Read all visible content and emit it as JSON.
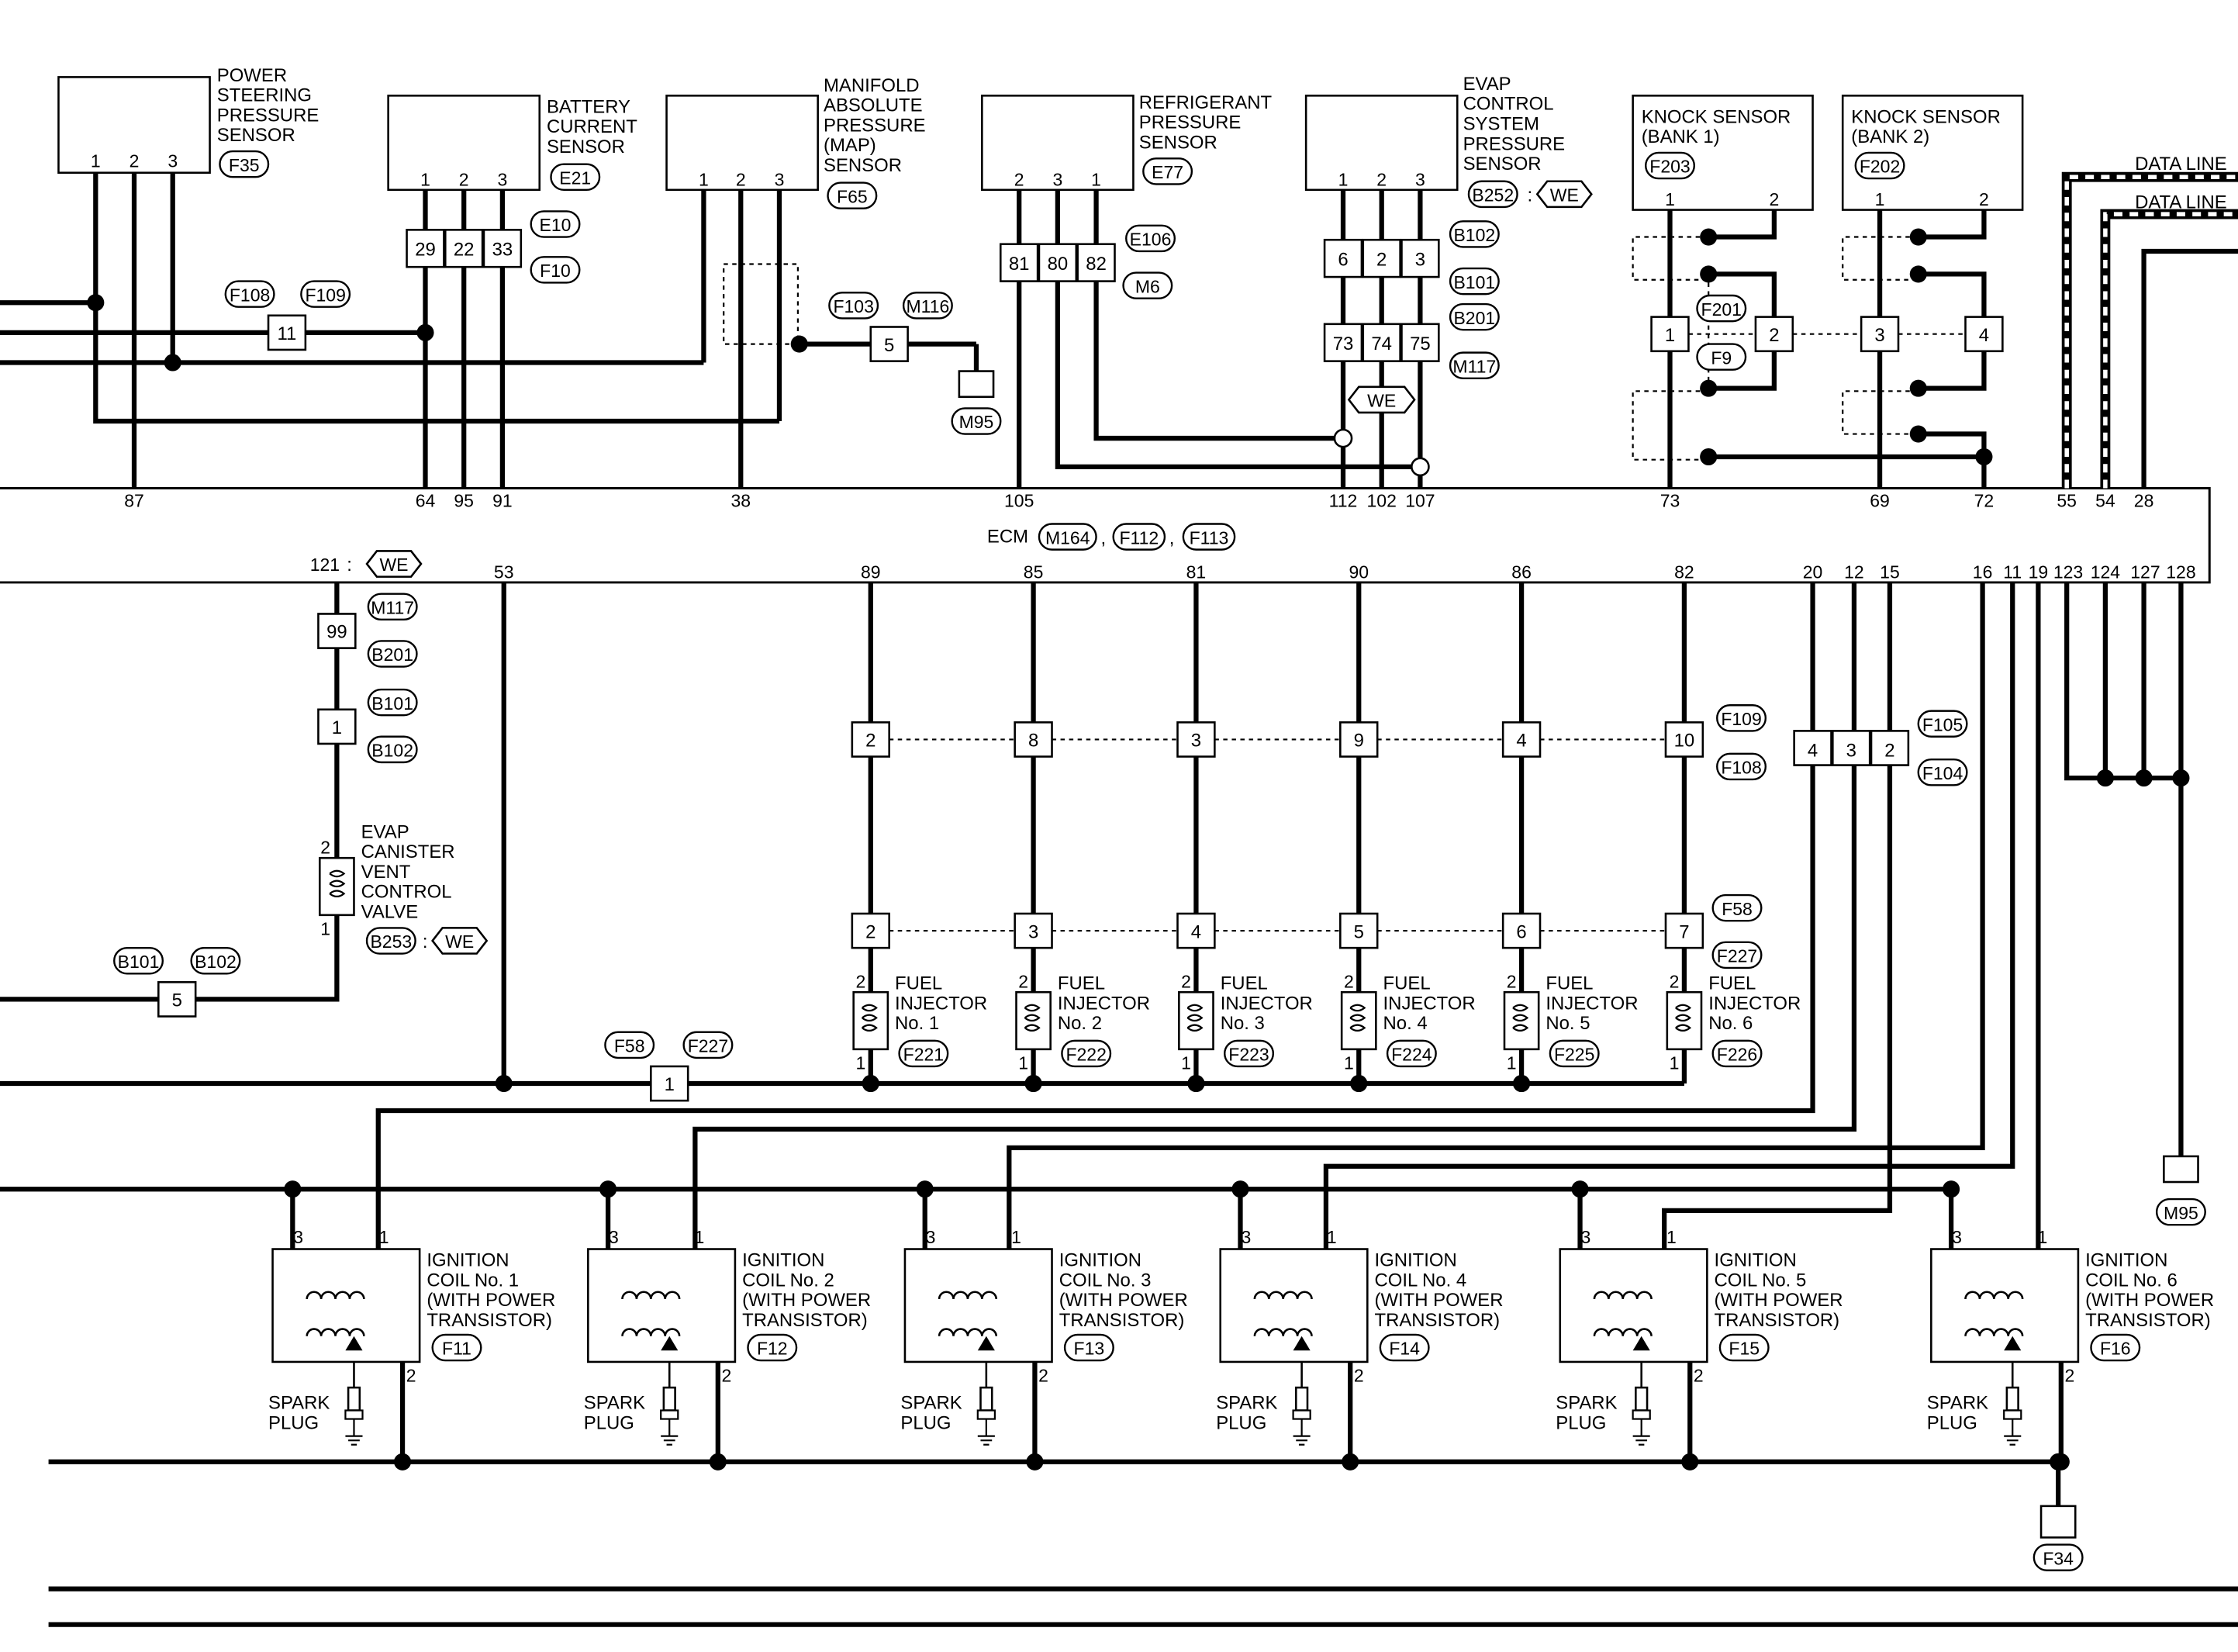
{
  "sensors": {
    "ps": [
      "POWER",
      "STEERING",
      "PRESSURE",
      "SENSOR"
    ],
    "ps_conn": "F35",
    "ps_pins": [
      "1",
      "2",
      "3"
    ],
    "bc": [
      "BATTERY",
      "CURRENT",
      "SENSOR"
    ],
    "bc_conn": "E21",
    "bc_pins": [
      "1",
      "2",
      "3"
    ],
    "map": [
      "MANIFOLD",
      "ABSOLUTE",
      "PRESSURE",
      "(MAP)",
      "SENSOR"
    ],
    "map_conn": "F65",
    "map_pins": [
      "1",
      "2",
      "3"
    ],
    "rp": [
      "REFRIGERANT",
      "PRESSURE",
      "SENSOR"
    ],
    "rp_conn": "E77",
    "rp_pins": [
      "2",
      "3",
      "1"
    ],
    "evap": [
      "EVAP",
      "CONTROL",
      "SYSTEM",
      "PRESSURE",
      "SENSOR"
    ],
    "evap_conn": "B252",
    "evap_pins": [
      "1",
      "2",
      "3"
    ],
    "ks1": [
      "KNOCK SENSOR",
      "(BANK 1)"
    ],
    "ks1_conn": "F203",
    "ks1_pins": [
      "1",
      "2"
    ],
    "ks2": [
      "KNOCK SENSOR",
      "(BANK 2)"
    ],
    "ks2_conn": "F202",
    "ks2_pins": [
      "1",
      "2"
    ],
    "data_line": "DATA LINE",
    "we": "WE"
  },
  "connectors": {
    "E10": "E10",
    "F10": "F10",
    "E10_pins": [
      "29",
      "22",
      "33"
    ],
    "F108": "F108",
    "F109": "F109",
    "F108_pin": "11",
    "F103": "F103",
    "M116": "M116",
    "F103_pin": "5",
    "M95": "M95",
    "E106": "E106",
    "M6": "M6",
    "E106_pins": [
      "81",
      "80",
      "82"
    ],
    "B102": "B102",
    "B101": "B101",
    "B201": "B201",
    "M117": "M117",
    "evap_a": [
      "6",
      "2",
      "3"
    ],
    "evap_b": [
      "73",
      "74",
      "75"
    ],
    "F201": "F201",
    "F9": "F9",
    "ks_pins": [
      "1",
      "2",
      "3",
      "4"
    ]
  },
  "ecm": {
    "label": "ECM",
    "conns": [
      "M164",
      "F112",
      "F113"
    ],
    "top_pins": [
      "87",
      "64",
      "95",
      "91",
      "38",
      "105",
      "112",
      "102",
      "107",
      "73",
      "69",
      "72",
      "55",
      "54",
      "28"
    ],
    "bottom_pins": [
      "53",
      "89",
      "85",
      "81",
      "90",
      "86",
      "82",
      "20",
      "12",
      "15",
      "16",
      "11",
      "19",
      "123",
      "124",
      "127",
      "128"
    ],
    "pin121": "121"
  },
  "evap_vent": {
    "label": [
      "EVAP",
      "CANISTER",
      "VENT",
      "CONTROL",
      "VALVE"
    ],
    "conn": "B253",
    "pin99": "99",
    "pin1": "1",
    "p2": "2",
    "p1": "1",
    "cM117": "M117",
    "cB201": "B201",
    "cB101": "B101",
    "cB102": "B102",
    "b101": "B101",
    "b102": "B102",
    "jpin": "5"
  },
  "injectors": {
    "f109_pins": [
      "2",
      "8",
      "3",
      "9",
      "4",
      "10"
    ],
    "f58_pins": [
      "2",
      "3",
      "4",
      "5",
      "6",
      "7"
    ],
    "F109": "F109",
    "F108": "F108",
    "F58": "F58",
    "F227": "F227",
    "jF58": "F58",
    "jF227": "F227",
    "jpin": "1",
    "labels": [
      [
        "FUEL",
        "INJECTOR",
        "No. 1"
      ],
      [
        "FUEL",
        "INJECTOR",
        "No. 2"
      ],
      [
        "FUEL",
        "INJECTOR",
        "No. 3"
      ],
      [
        "FUEL",
        "INJECTOR",
        "No. 4"
      ],
      [
        "FUEL",
        "INJECTOR",
        "No. 5"
      ],
      [
        "FUEL",
        "INJECTOR",
        "No. 6"
      ]
    ],
    "conns": [
      "F221",
      "F222",
      "F223",
      "F224",
      "F225",
      "F226"
    ]
  },
  "ign_join": {
    "pins": [
      "4",
      "3",
      "2"
    ],
    "F105": "F105",
    "F104": "F104"
  },
  "coils": {
    "labels": [
      [
        "IGNITION",
        "COIL No. 1",
        "(WITH POWER",
        "TRANSISTOR)"
      ],
      [
        "IGNITION",
        "COIL No. 2",
        "(WITH POWER",
        "TRANSISTOR)"
      ],
      [
        "IGNITION",
        "COIL No. 3",
        "(WITH POWER",
        "TRANSISTOR)"
      ],
      [
        "IGNITION",
        "COIL No. 4",
        "(WITH POWER",
        "TRANSISTOR)"
      ],
      [
        "IGNITION",
        "COIL No. 5",
        "(WITH POWER",
        "TRANSISTOR)"
      ],
      [
        "IGNITION",
        "COIL No. 6",
        "(WITH POWER",
        "TRANSISTOR)"
      ]
    ],
    "conns": [
      "F11",
      "F12",
      "F13",
      "F14",
      "F15",
      "F16"
    ],
    "spark": [
      "SPARK",
      "PLUG"
    ]
  },
  "grounds": {
    "M95b": "M95",
    "F34": "F34"
  }
}
